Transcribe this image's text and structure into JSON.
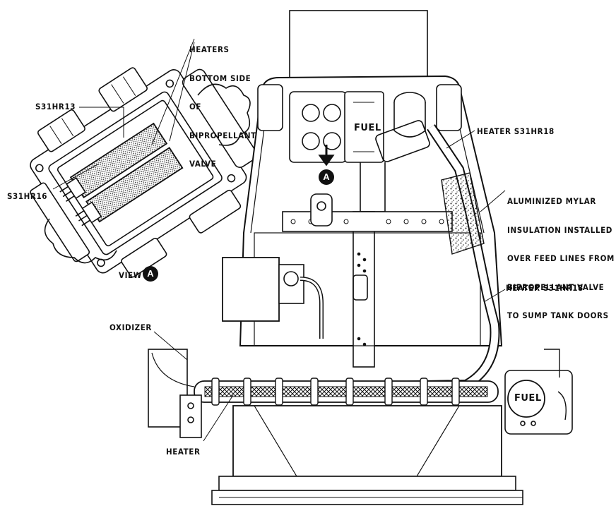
{
  "labels": {
    "heaters_bottom": [
      "HEATERS",
      "BOTTOM SIDE",
      "OF",
      "BIPROPELLANT",
      "VALVE"
    ],
    "s31hr13": "S31HR13",
    "s31hr16": "S31HR16",
    "view_a": "VIEW",
    "heater_top": "HEATER S31HR18",
    "mylar": [
      "ALUMINIZED MYLAR",
      "INSULATION INSTALLED",
      "OVER FEED LINES FROM",
      "BIPROPELLANT VALVE",
      "TO SUMP TANK DOORS"
    ],
    "heater_mid": "HEATER S31HR18",
    "oxidizer": "OXIDIZER",
    "heater_bottom": "HEATER",
    "fuel_valve": "FUEL",
    "fuel_tank": "FUEL"
  },
  "callout_letter": "A",
  "colors": {
    "ink": "#111111",
    "paper": "#ffffff"
  }
}
